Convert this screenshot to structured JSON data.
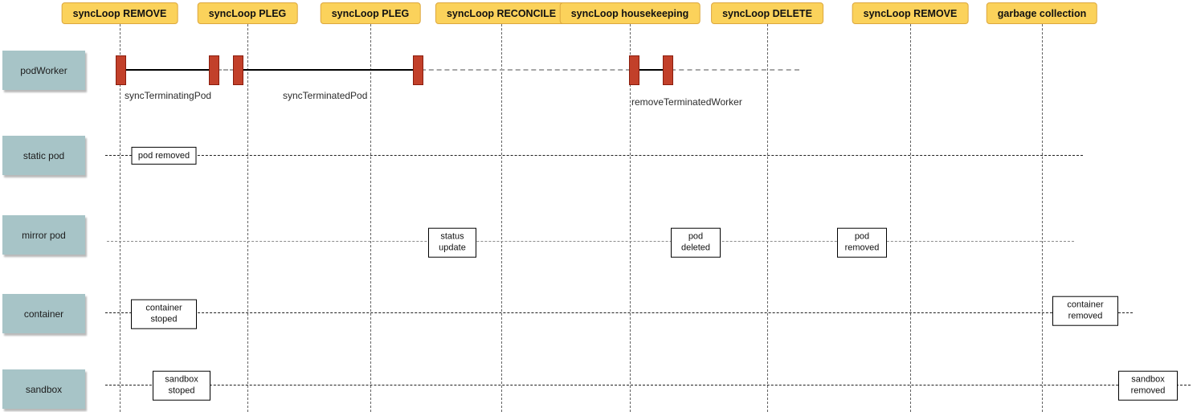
{
  "columns": [
    {
      "label": "syncLoop REMOVE"
    },
    {
      "label": "syncLoop PLEG"
    },
    {
      "label": "syncLoop PLEG"
    },
    {
      "label": "syncLoop RECONCILE"
    },
    {
      "label": "syncLoop housekeeping"
    },
    {
      "label": "syncLoop DELETE"
    },
    {
      "label": "syncLoop REMOVE"
    },
    {
      "label": "garbage collection"
    }
  ],
  "actors": [
    {
      "label": "podWorker"
    },
    {
      "label": "static pod"
    },
    {
      "label": "mirror pod"
    },
    {
      "label": "container"
    },
    {
      "label": "sandbox"
    }
  ],
  "activity_labels": [
    {
      "text": "syncTerminatingPod",
      "row": "podWorker"
    },
    {
      "text": "syncTerminatedPod",
      "row": "podWorker"
    },
    {
      "text": "removeTerminatedWorker",
      "row": "podWorker"
    }
  ],
  "event_boxes": [
    {
      "text": "pod removed",
      "row": "static pod"
    },
    {
      "text": "status update",
      "row": "mirror pod"
    },
    {
      "text": "pod deleted",
      "row": "mirror pod"
    },
    {
      "text": "pod removed",
      "row": "mirror pod"
    },
    {
      "text": "container stoped",
      "row": "container"
    },
    {
      "text": "container removed",
      "row": "container"
    },
    {
      "text": "sandbox stoped",
      "row": "sandbox"
    },
    {
      "text": "sandbox removed",
      "row": "sandbox"
    }
  ],
  "colors": {
    "header_fill": "#FBD25B",
    "header_border": "#DCA73E",
    "actor_fill": "#A7C4C7",
    "activation_fill": "#C2402A",
    "activation_border": "#8A1D0D",
    "lifeline_dark": "#212121",
    "lifeline_gray": "#8C8C8C",
    "column_line": "#636363"
  }
}
